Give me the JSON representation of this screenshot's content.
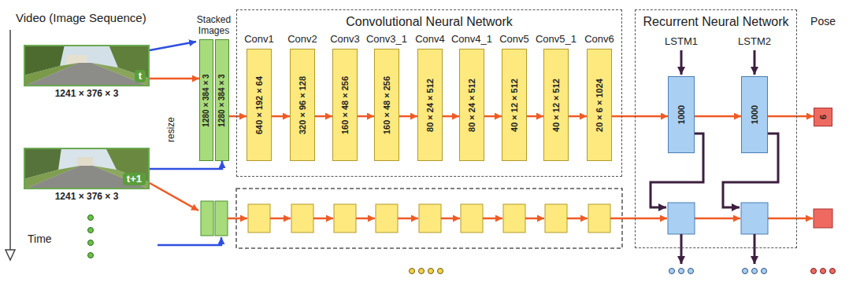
{
  "diagram": {
    "nodes": [
      {
        "text": [
          "t",
          "1241 × 376 × 3"
        ]
      },
      {
        "text": [
          "t+1",
          "1241 × 376 × 3"
        ]
      },
      {
        "text": [
          "Stacked Images"
        ]
      },
      {
        "text": [
          "1280 × 384 × 3"
        ],
        "in": 2
      },
      {
        "text": [
          "1280 × 384 × 3"
        ],
        "in": 2
      },
      {
        "text": [
          "Convolutional Neural Network"
        ]
      },
      {
        "text": [
          "Conv1",
          "640 × 192 × 64"
        ],
        "in": 5
      },
      {
        "text": [
          "Conv2",
          "320 × 96 × 128"
        ],
        "in": 5
      },
      {
        "text": [
          "Conv3",
          "160 × 48 × 256"
        ],
        "in": 5
      },
      {
        "text": [
          "Conv3_1",
          "160 × 48 × 256"
        ],
        "in": 5
      },
      {
        "text": [
          "Conv4",
          "80 × 24 × 512"
        ],
        "in": 5
      },
      {
        "text": [
          "Conv4_1",
          "80 × 24 × 512"
        ],
        "in": 5
      },
      {
        "text": [
          "Conv5",
          "40 × 12 × 512"
        ],
        "in": 5
      },
      {
        "text": [
          "Conv5_1",
          "40 × 12 × 512"
        ],
        "in": 5
      },
      {
        "text": [
          "Conv6",
          "20 × 6 × 1024"
        ],
        "in": 5
      },
      {
        "text": [
          "Recurrent Neural Network"
        ]
      },
      {
        "text": [
          "LSTM1",
          "1000"
        ],
        "in": 15
      },
      {
        "text": [
          "LSTM2",
          "1000"
        ],
        "in": 15
      },
      {
        "text": [
          "Pose",
          "6"
        ]
      }
    ],
    "edges": [
      {
        "from": 0,
        "to": 3,
        "arrow": "to"
      },
      {
        "from": 1,
        "to": 4,
        "arrow": "to"
      },
      {
        "from": 2,
        "to": 6,
        "arrow": "to"
      },
      {
        "from": 6,
        "to": 7,
        "arrow": "to"
      },
      {
        "from": 7,
        "to": 8,
        "arrow": "to"
      },
      {
        "from": 8,
        "to": 9,
        "arrow": "to"
      },
      {
        "from": 9,
        "to": 10,
        "arrow": "to"
      },
      {
        "from": 10,
        "to": 11,
        "arrow": "to"
      },
      {
        "from": 11,
        "to": 12,
        "arrow": "to"
      },
      {
        "from": 12,
        "to": 13,
        "arrow": "to"
      },
      {
        "from": 13,
        "to": 14,
        "arrow": "to"
      },
      {
        "from": 14,
        "to": 16,
        "arrow": "to"
      },
      {
        "from": 16,
        "to": 17,
        "arrow": "to"
      },
      {
        "from": 17,
        "to": 18,
        "arrow": "to"
      }
    ],
    "labels": [
      "Video (Image Sequence)",
      "resize",
      "Time"
    ]
  }
}
